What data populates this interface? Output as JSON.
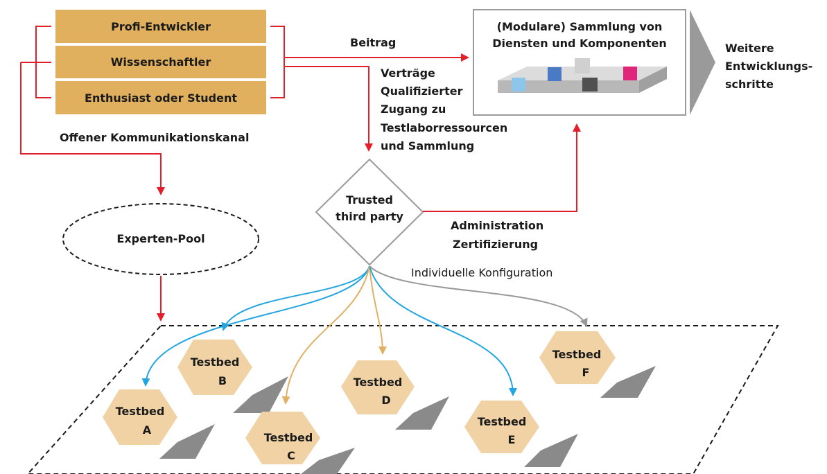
{
  "roles": {
    "pro": "Profi-Entwickler",
    "sci": "Wissenschaftler",
    "stu": "Enthusiast oder Student"
  },
  "labels": {
    "open_channel": "Offener Kommunikationskanal",
    "contribution": "Beitrag",
    "contracts": [
      "Verträge",
      "Qualifizierter",
      "Zugang zu",
      "Testlaborressourcen",
      "und Sammlung"
    ],
    "admin": [
      "Administration",
      "Zertifizierung"
    ],
    "individual": "Individuelle Konfiguration",
    "further": [
      "Weitere",
      "Entwicklungs-",
      "schritte"
    ]
  },
  "collection": {
    "title": [
      "(Modulare) Sammlung von",
      "Diensten und Komponenten"
    ]
  },
  "third_party": [
    "Trusted",
    "third party"
  ],
  "expert_pool": "Experten-Pool",
  "testbeds": {
    "word": "Testbed",
    "letters": [
      "A",
      "B",
      "C",
      "D",
      "E",
      "F"
    ]
  },
  "colors": {
    "red": "#e2202c",
    "blue": "#23a6e0",
    "tan": "#e0b064",
    "grey": "#999999",
    "role_box": "#e1b05e",
    "testbed": "#f0d2a4"
  }
}
